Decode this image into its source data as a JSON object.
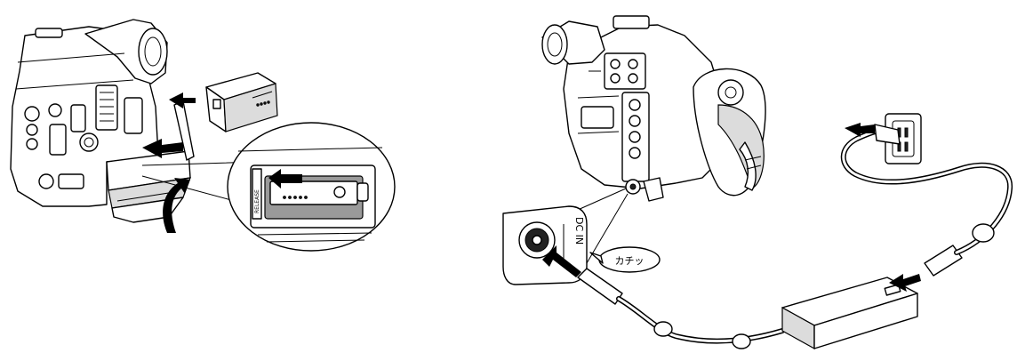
{
  "labels": {
    "dc_in": "DC IN",
    "click_sound": "カチッ",
    "release": "RELEASE"
  },
  "colors": {
    "line": "#000000",
    "mid_gray": "#9a9a9a",
    "light_gray": "#dcdcdc",
    "background": "#ffffff"
  }
}
